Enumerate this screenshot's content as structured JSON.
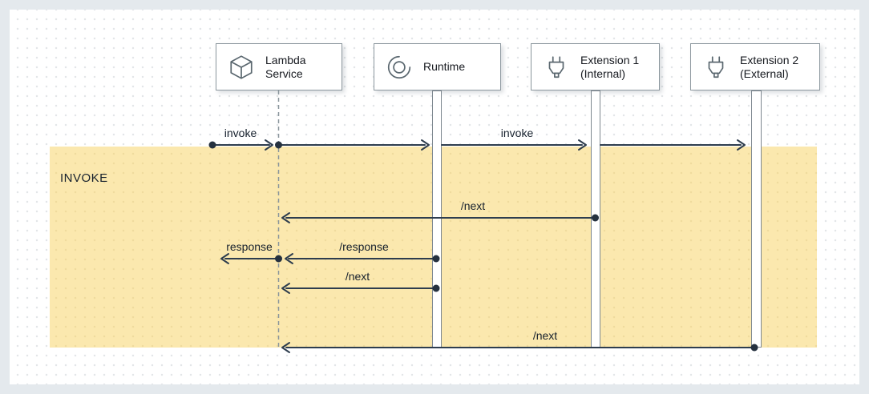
{
  "diagram": {
    "phase": {
      "label": "INVOKE"
    },
    "actors": [
      {
        "line1": "Lambda",
        "line2": "Service",
        "icon": "cube-icon"
      },
      {
        "line1": "Runtime",
        "line2": "",
        "icon": "runtime-icon"
      },
      {
        "line1": "Extension 1",
        "line2": "(Internal)",
        "icon": "plug-icon"
      },
      {
        "line1": "Extension 2",
        "line2": "(External)",
        "icon": "plug-icon"
      }
    ],
    "messages": [
      {
        "label": "invoke"
      },
      {
        "label": "invoke"
      },
      {
        "label": "/next"
      },
      {
        "label": "response"
      },
      {
        "label": "/response"
      },
      {
        "label": "/next"
      },
      {
        "label": "/next"
      }
    ],
    "colors": {
      "frame": "#E4E9ED",
      "canvas": "#FFFFFF",
      "band": "#FBE8AE",
      "line": "#2E3D4E",
      "box_border": "#8C979E"
    }
  }
}
